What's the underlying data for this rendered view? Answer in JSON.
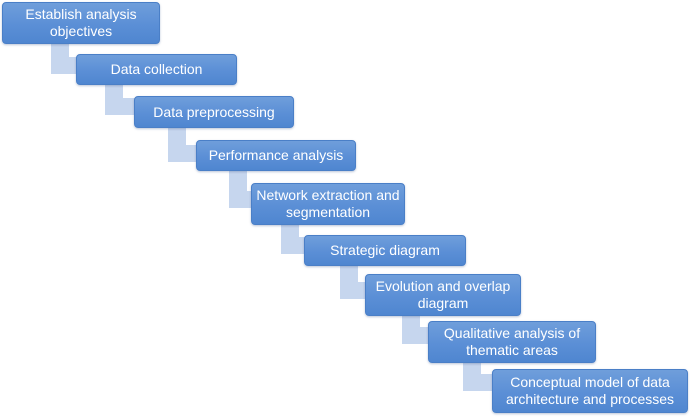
{
  "diagram": {
    "steps": [
      {
        "label": "Establish analysis objectives"
      },
      {
        "label": "Data collection"
      },
      {
        "label": "Data preprocessing"
      },
      {
        "label": "Performance analysis"
      },
      {
        "label": "Network extraction and segmentation"
      },
      {
        "label": "Strategic diagram"
      },
      {
        "label": "Evolution and overlap diagram"
      },
      {
        "label": "Qualitative analysis of thematic areas"
      },
      {
        "label": "Conceptual model of data architecture and processes"
      }
    ],
    "colors": {
      "box_fill": "#5b8fd6",
      "box_border": "#4a7fc7",
      "connector": "#c6d6ee",
      "text": "#ffffff"
    }
  }
}
